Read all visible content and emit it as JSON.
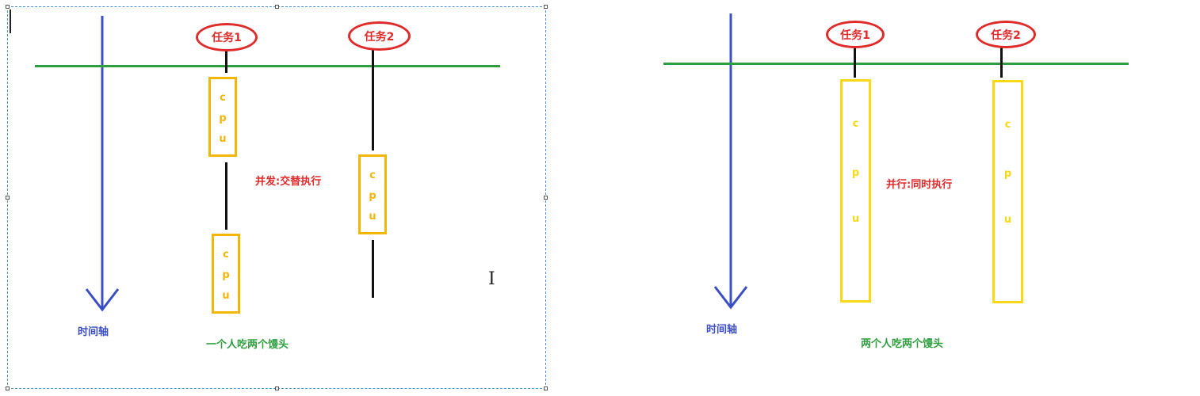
{
  "left": {
    "tasks": [
      "任务1",
      "任务2"
    ],
    "cpu_letters": [
      "c",
      "p",
      "u"
    ],
    "note": "并发:交替执行",
    "timeline_label": "时间轴",
    "caption": "一个人吃两个馒头"
  },
  "right": {
    "tasks": [
      "任务1",
      "任务2"
    ],
    "cpu_letters": [
      "c",
      "p",
      "u"
    ],
    "note": "并行:同时执行",
    "timeline_label": "时间轴",
    "caption": "两个人吃两个馒头"
  },
  "colors": {
    "timeline": "#3b4fc4",
    "baseline": "#2e9e3e",
    "task_outline": "#e02b2b",
    "cpu_left": "#f2b705",
    "cpu_right": "#f7d917"
  }
}
